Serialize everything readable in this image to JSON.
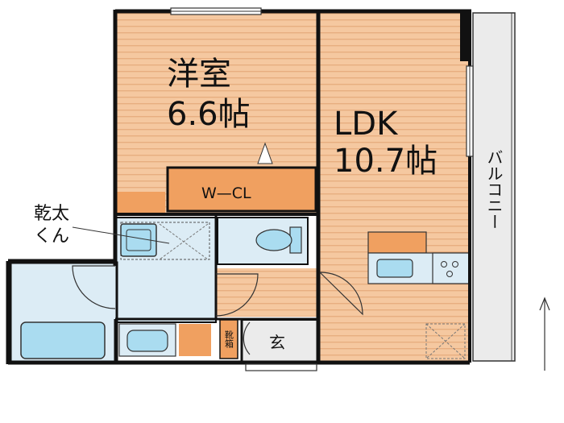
{
  "rooms": {
    "western": {
      "name": "洋室",
      "size": "6.6帖"
    },
    "ldk": {
      "name": "LDK",
      "size": "10.7帖"
    },
    "closet": {
      "name": "W—CL"
    },
    "balcony": {
      "name": "バルコニー"
    },
    "dryer": {
      "line1": "乾太",
      "line2": "くん"
    },
    "shoes": {
      "name": "靴箱"
    },
    "entrance": {
      "name": "玄"
    }
  },
  "colors": {
    "floor_wood": "#f5c8a0",
    "floor_stripe": "#e7ae80",
    "wet_area": "#dcecf5",
    "fixture": "#aadcf0",
    "closet_fill": "#f0a060",
    "wall": "#111111",
    "balcony_fill": "#ebebeb"
  }
}
